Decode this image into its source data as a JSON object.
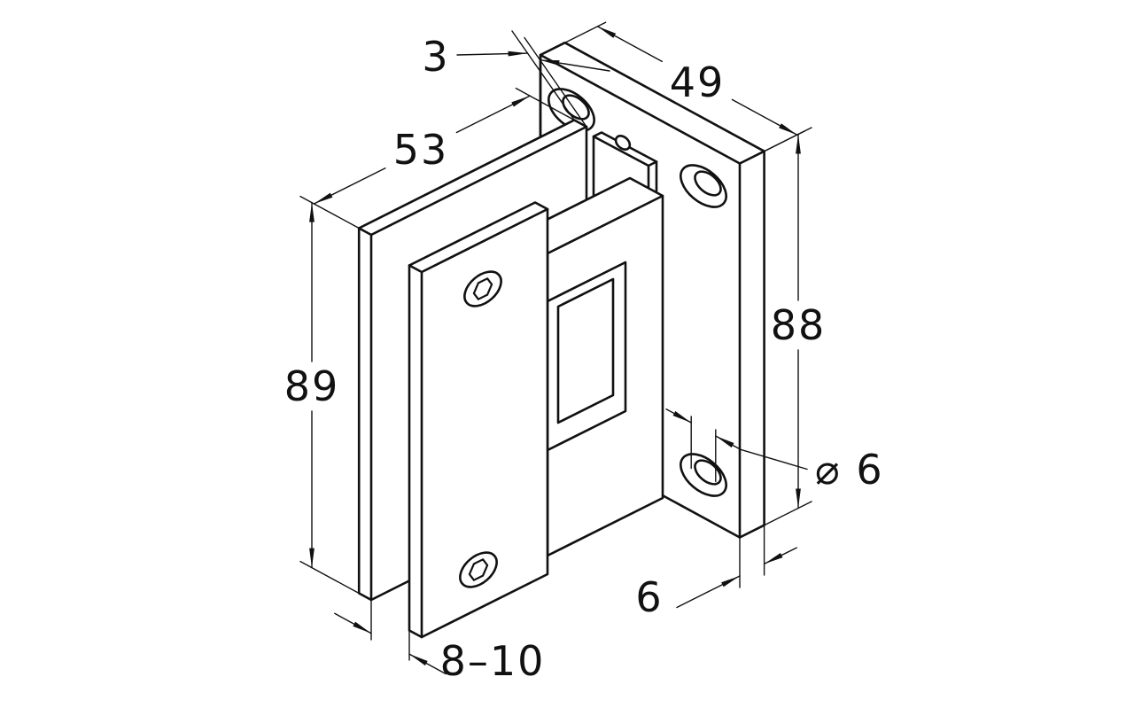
{
  "drawing": {
    "background": "#ffffff",
    "line_color": "#111111",
    "type": "isometric technical drawing of glass door hinge"
  },
  "dims": {
    "plate_thickness": "3",
    "wall_plate_width": "49",
    "clamp_plate_width": "53",
    "wall_plate_height": "88",
    "clamp_plate_height": "89",
    "glass_thickness_range": "8–10",
    "wall_plate_thickness": "6",
    "hole_diameter": "⌀ 6"
  }
}
